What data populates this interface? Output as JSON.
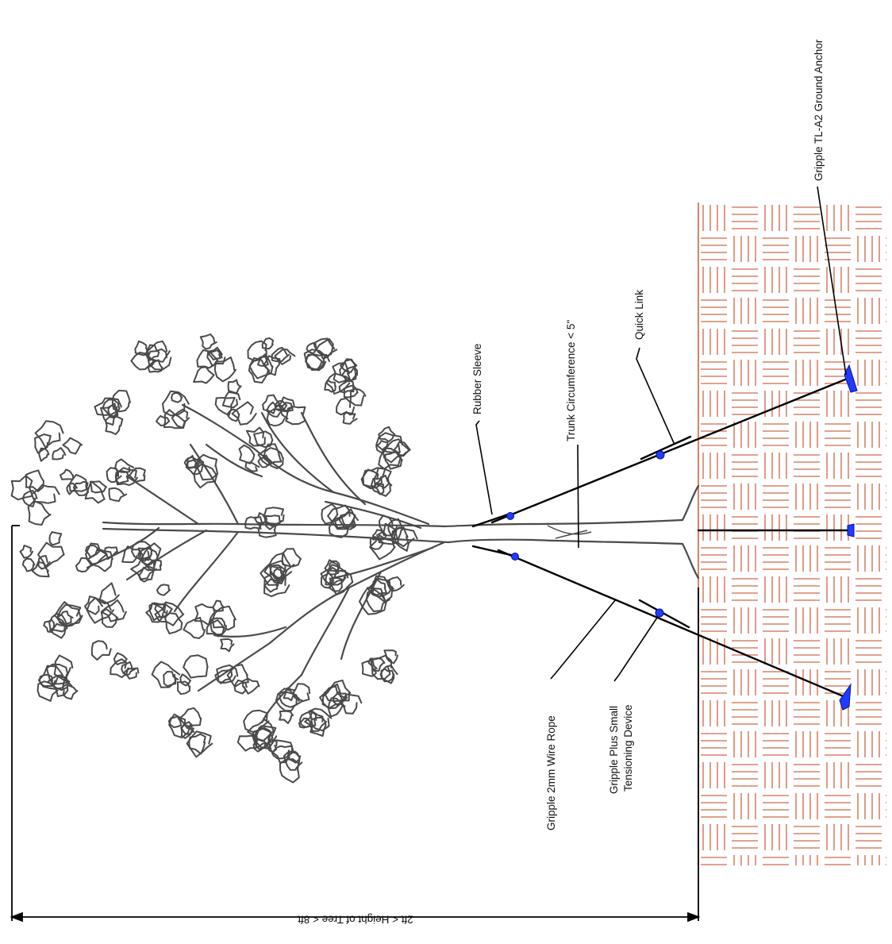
{
  "labels": {
    "ground_anchor": "Gripple TL-A2 Ground Anchor",
    "quick_link": "Quick Link",
    "trunk_circumference": "Trunk Circumference < 5\"",
    "rubber_sleeve": "Rubber Sleeve",
    "wire_rope": "Gripple 2mm Wire Rope",
    "tensioner_line1": "Gripple Plus Small",
    "tensioner_line2": "Tensioning Device",
    "height_dimension": "2ft < Height of Tree < 8ft"
  },
  "colors": {
    "line": "#000000",
    "tree": "#4a4a4a",
    "soil_hatch": "#d9826a",
    "fitting": "#1f3cff"
  }
}
